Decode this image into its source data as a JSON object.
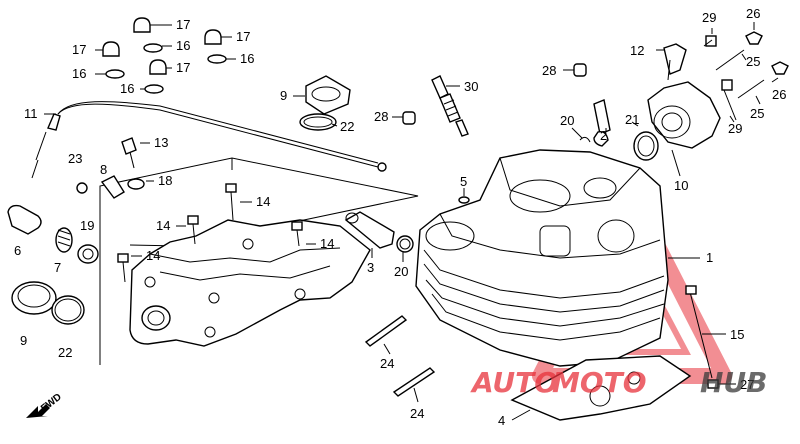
{
  "callouts": {
    "c1": "1",
    "c2": "2",
    "c3": "3",
    "c4": "4",
    "c5": "5",
    "c6": "6",
    "c7": "7",
    "c8": "8",
    "c9a": "9",
    "c9b": "9",
    "c10": "10",
    "c11": "11",
    "c12": "12",
    "c13": "13",
    "c14a": "14",
    "c14b": "14",
    "c14c": "14",
    "c14d": "14",
    "c15": "15",
    "c16a": "16",
    "c16b": "16",
    "c16c": "16",
    "c16d": "16",
    "c17a": "17",
    "c17b": "17",
    "c17c": "17",
    "c17d": "17",
    "c18": "18",
    "c19": "19",
    "c20a": "20",
    "c20b": "20",
    "c21": "21",
    "c22a": "22",
    "c22b": "22",
    "c23": "23",
    "c24a": "24",
    "c24b": "24",
    "c25a": "25",
    "c25b": "25",
    "c26a": "26",
    "c26b": "26",
    "c27": "27",
    "c28a": "28",
    "c28b": "28",
    "c29a": "29",
    "c29b": "29",
    "c30": "30"
  },
  "direction_label": "FWD",
  "watermark": {
    "text_a": "AUTO",
    "text_b": "MOTO",
    "text_c": "HUB",
    "color_red": "#e8323c",
    "color_dark": "#3a3a3a"
  }
}
